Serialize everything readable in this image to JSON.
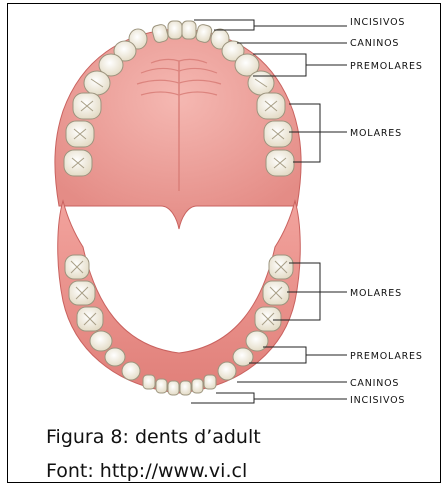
{
  "labels": {
    "upper_incisivos": "INCISIVOS",
    "upper_caninos": "CANINOS",
    "upper_premolares": "PREMOLARES",
    "upper_molares": "MOLARES",
    "lower_molares": "MOLARES",
    "lower_premolares": "PREMOLARES",
    "lower_caninos": "CANINOS",
    "lower_incisivos": "INCISIVOS"
  },
  "caption": {
    "figure": "Figura 8: dents d’adult",
    "source": "Font: http://www.vi.cl"
  },
  "colors": {
    "gum": "#e8938f",
    "palate": "#f0a7a1",
    "gum_dark": "#c9625f",
    "tooth": "#f6f2e6",
    "tooth_edge": "#9c947e",
    "line": "#222222"
  }
}
